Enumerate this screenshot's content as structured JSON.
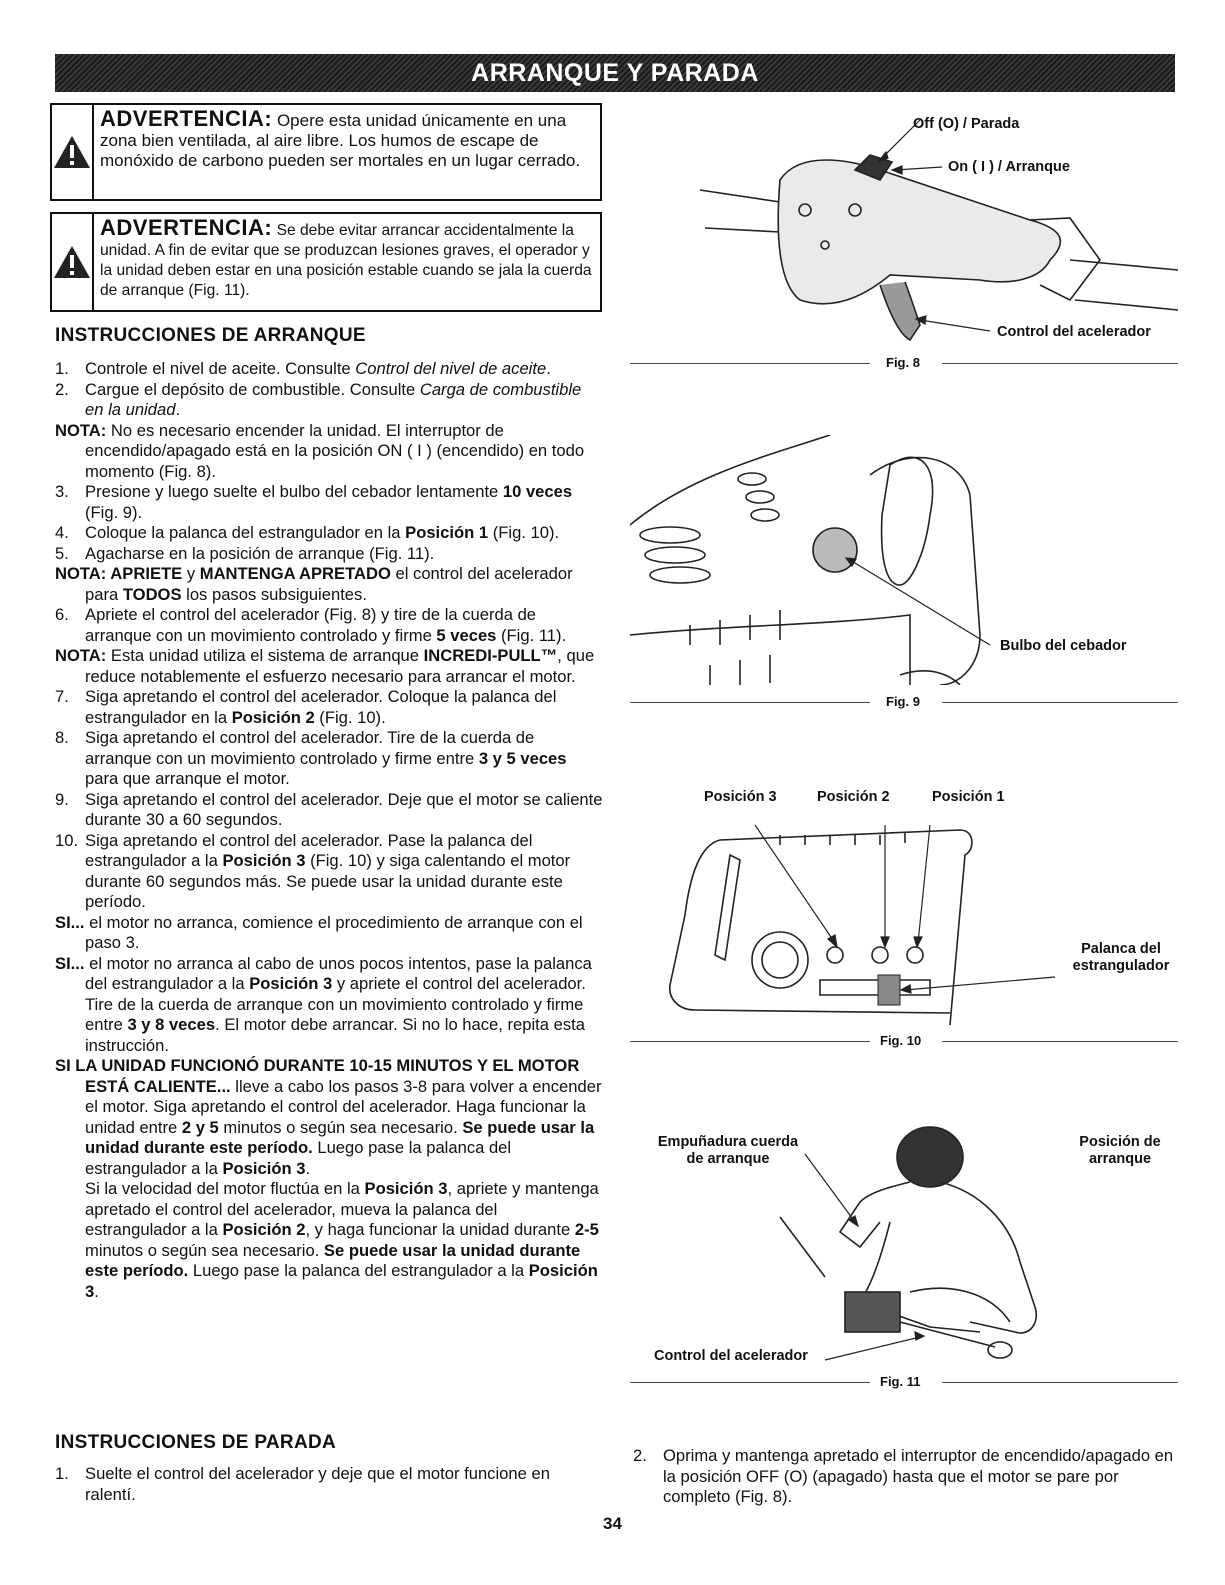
{
  "header": {
    "title": "ARRANQUE Y PARADA"
  },
  "warnings": [
    {
      "title": "ADVERTENCIA:",
      "text": " Opere esta unidad únicamente en una zona bien ventilada, al aire libre. Los humos de escape de monóxido de carbono pueden ser mortales en un lugar cerrado."
    },
    {
      "title": "ADVERTENCIA:",
      "text": " Se debe evitar arrancar accidentalmente la unidad. A fin de evitar que se produzcan lesiones graves, el operador y la unidad deben estar en una posición estable cuando se jala la cuerda de arranque (Fig. 11)."
    }
  ],
  "start": {
    "heading": "INSTRUCCIONES DE ARRANQUE",
    "s1_n": "1.",
    "s1_a": "Controle el nivel de aceite. Consulte ",
    "s1_i": "Control del nivel de aceite",
    "s2_n": "2.",
    "s2_a": "Cargue el depósito de combustible. Consulte ",
    "s2_i": "Carga de combustible en la unidad",
    "n1_b": "NOTA:",
    "n1_t": " No es necesario encender la unidad. El interruptor de encendido/apagado está en la posición ON ( I ) (encendido) en todo momento (Fig. 8).",
    "s3_n": "3.",
    "s3_a": "Presione y luego suelte el bulbo del cebador lentamente ",
    "s3_b": "10 veces",
    "s3_c": " (Fig. 9).",
    "s4_n": "4.",
    "s4_a": "Coloque la palanca del estrangulador en la ",
    "s4_b": "Posición 1",
    "s4_c": " (Fig. 10).",
    "s5_n": "5.",
    "s5_a": "Agacharse en la posición de arranque (Fig. 11).",
    "n2_b1": "NOTA: APRIETE",
    "n2_t1": " y ",
    "n2_b2": "MANTENGA APRETADO",
    "n2_t2": " el control del acelerador para ",
    "n2_b3": "TODOS",
    "n2_t3": " los pasos subsiguientes.",
    "s6_n": "6.",
    "s6_a": "Apriete el control del acelerador (Fig. 8) y tire de la cuerda de arranque con un movimiento controlado y firme ",
    "s6_b": "5 veces",
    "s6_c": " (Fig. 11).",
    "n3_b": "NOTA:",
    "n3_t": " Esta unidad utiliza el sistema de arranque ",
    "n3_b2": "INCREDI-PULL™",
    "n3_t2": ", que reduce notablemente el esfuerzo necesario para arrancar el motor.",
    "s7_n": "7.",
    "s7_a": "Siga apretando el control del acelerador. Coloque la palanca del estrangulador en la ",
    "s7_b": "Posición 2",
    "s7_c": " (Fig. 10).",
    "s8_n": "8.",
    "s8_a": "Siga apretando el control del acelerador. Tire de la cuerda de arranque con un movimiento controlado y firme entre ",
    "s8_b": "3 y 5 veces",
    "s8_c": " para que arranque el motor.",
    "s9_n": "9.",
    "s9_a": "Siga apretando el control del acelerador. Deje que el motor se caliente durante 30 a 60 segundos.",
    "s10_n": "10.",
    "s10_a": "Siga apretando el control del acelerador. Pase la palanca del estrangulador a la ",
    "s10_b": "Posición 3",
    "s10_c": " (Fig. 10) y siga calentando el motor durante 60 segundos más. Se puede usar la unidad durante este período.",
    "si1_b": "SI...",
    "si1_t": " el motor no arranca, comience el procedimiento de arranque con el paso 3.",
    "si2_b": "SI...",
    "si2_a": " el motor no arranca al cabo de unos pocos intentos, pase la palanca del estrangulador a la ",
    "si2_b2": "Posición 3",
    "si2_c": " y apriete el control del acelerador. Tire de la cuerda de arranque con un movimiento controlado y firme entre ",
    "si2_b3": "3 y 8 veces",
    "si2_d": ". El motor debe arrancar. Si no lo hace, repita esta instrucción.",
    "si3_b": "SI LA UNIDAD FUNCIONÓ DURANTE 10-15 MINUTOS Y EL MOTOR ESTÁ CALIENTE...",
    "si3_a": " lleve a cabo los pasos 3-8 para volver a encender el motor. Siga apretando el control del acelerador. Haga funcionar la unidad entre ",
    "si3_b2": "2 y 5",
    "si3_c": " minutos o según sea necesario. ",
    "si3_b3": "Se puede usar la unidad durante este período.",
    "si3_d": " Luego pase la palanca del estrangulador a la ",
    "si3_b4": "Posición 3",
    "si3_e": ".",
    "p_a": "Si la velocidad del motor fluctúa en la ",
    "p_b": "Posición 3",
    "p_c": ", apriete y mantenga apretado el control del acelerador, mueva la palanca del estrangulador a la ",
    "p_b2": "Posición 2",
    "p_d": ", y haga funcionar la unidad durante ",
    "p_b3": "2-5",
    "p_e": " minutos o según sea necesario. ",
    "p_b4": "Se puede usar la unidad durante este período.",
    "p_f": " Luego pase la palanca del estrangulador a la ",
    "p_b5": "Posición 3",
    "p_g": "."
  },
  "stop": {
    "heading": "INSTRUCCIONES DE PARADA",
    "s1_n": "1.",
    "s1_a": "Suelte el control del acelerador y deje que el motor funcione en ralentí.",
    "s2_n": "2.",
    "s2_a": "Oprima y mantenga apretado el interruptor de encendido/apagado en la posición OFF (O) (apagado) hasta que el motor se pare por completo (Fig. 8)."
  },
  "figures": {
    "fig8": {
      "caption": "Fig. 8",
      "off": "Off (O) / Parada",
      "on": "On ( I ) / Arranque",
      "throttle": "Control del acelerador"
    },
    "fig9": {
      "caption": "Fig. 9",
      "bulb": "Bulbo del cebador"
    },
    "fig10": {
      "caption": "Fig. 10",
      "pos3": "Posición 3",
      "pos2": "Posición 2",
      "pos1": "Posición 1",
      "lever1": "Palanca del",
      "lever2": "estrangulador"
    },
    "fig11": {
      "caption": "Fig. 11",
      "grip1": "Empuñadura cuerda",
      "grip2": "de arranque",
      "pos1": "Posición de",
      "pos2": "arranque",
      "throttle": "Control del acelerador"
    }
  },
  "page": {
    "number": "34"
  }
}
